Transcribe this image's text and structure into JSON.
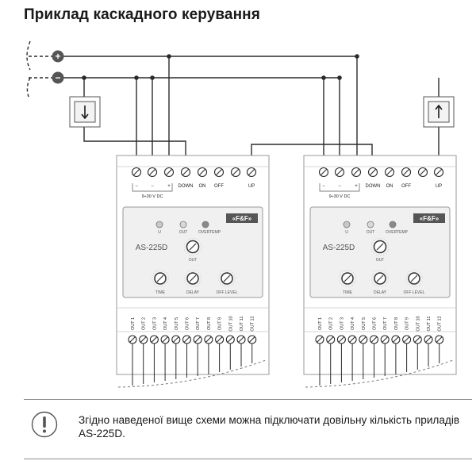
{
  "title": "Приклад каскадного керування",
  "supply": {
    "plus_symbol": "+",
    "minus_symbol": "−"
  },
  "devices": [
    {
      "terminals_top": [
        "−",
        "−",
        "+",
        "DOWN",
        "ON",
        "OFF",
        "UP"
      ],
      "voltage_label": "9÷30 V DC",
      "indicators": [
        "U",
        "OUT",
        "OVERTEMP"
      ],
      "brand": "«F&F»",
      "model": "AS-225D",
      "knob_main_label": "OUT",
      "knobs": [
        "TIME",
        "DELAY",
        "OFF LEVEL"
      ],
      "outputs": [
        "OUT 1",
        "OUT 2",
        "OUT 3",
        "OUT 4",
        "OUT 5",
        "OUT 6",
        "OUT 7",
        "OUT 8",
        "OUT 9",
        "OUT 10",
        "OUT 11",
        "OUT 12"
      ]
    },
    {
      "terminals_top": [
        "−",
        "−",
        "+",
        "DOWN",
        "ON",
        "OFF",
        "UP"
      ],
      "voltage_label": "9÷30 V DC",
      "indicators": [
        "U",
        "OUT",
        "OVERTEMP"
      ],
      "brand": "«F&F»",
      "model": "AS-225D",
      "knob_main_label": "OUT",
      "knobs": [
        "TIME",
        "DELAY",
        "OFF LEVEL"
      ],
      "outputs": [
        "OUT 1",
        "OUT 2",
        "OUT 3",
        "OUT 4",
        "OUT 5",
        "OUT 6",
        "OUT 7",
        "OUT 8",
        "OUT 9",
        "OUT 10",
        "OUT 11",
        "OUT 12"
      ]
    }
  ],
  "sensors": [
    {
      "direction": "down",
      "icon": "arrow-down-icon"
    },
    {
      "direction": "up",
      "icon": "arrow-up-icon"
    }
  ],
  "note": {
    "icon": "exclamation-circle-icon",
    "text": "Згідно наведеної вище схеми можна підключати довільну кількість приладів AS-225D."
  },
  "colors": {
    "line": "#2a2a2a",
    "panel": "#f0f0f0",
    "frame": "#9a9a9a",
    "indicator_off": "#c8c8c8",
    "indicator_dark": "#8a8a8a"
  }
}
